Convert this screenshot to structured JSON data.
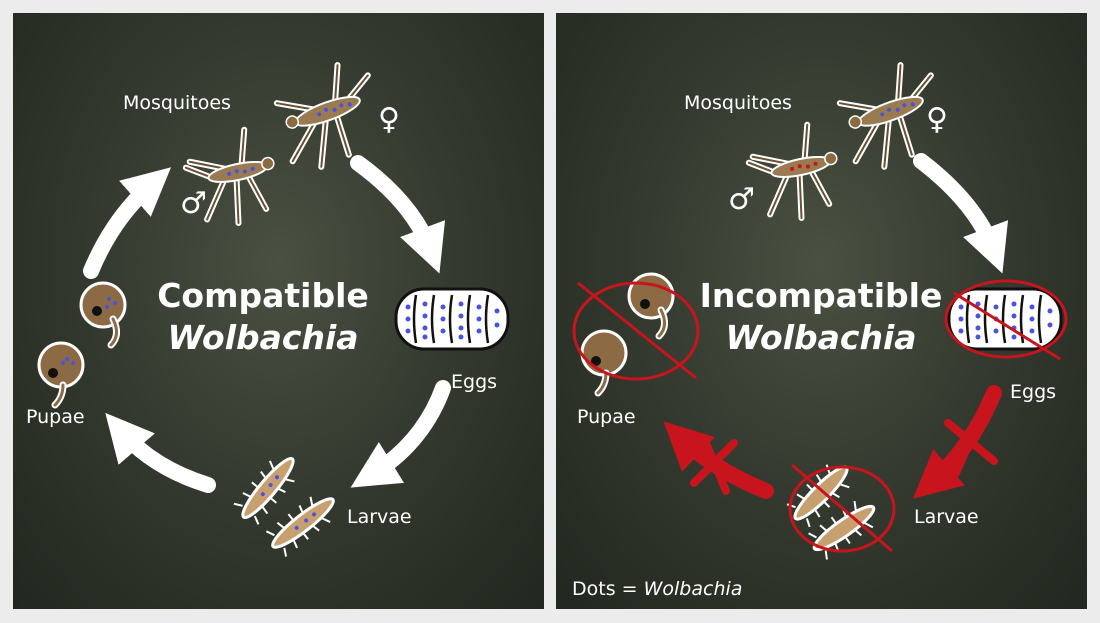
{
  "panels": [
    {
      "title_line1": "Compatible",
      "title_line2": "Wolbachia",
      "labels": {
        "mosquitoes": "Mosquitoes",
        "eggs": "Eggs",
        "larvae": "Larvae",
        "pupae": "Pupae"
      },
      "symbols": {
        "female": "♀",
        "male": "♂"
      }
    },
    {
      "title_line1": "Incompatible",
      "title_line2": "Wolbachia",
      "labels": {
        "mosquitoes": "Mosquitoes",
        "eggs": "Eggs",
        "larvae": "Larvae",
        "pupae": "Pupae"
      },
      "symbols": {
        "female": "♀",
        "male": "♂"
      },
      "legend": {
        "prefix": "Dots = ",
        "term": "Wolbachia"
      }
    }
  ],
  "colors": {
    "arrow_normal": "#ffffff",
    "arrow_blocked": "#c8141c",
    "wolbachia_dots": "#4a52e0",
    "pupa_brown": "#8b6a44",
    "mosquito_brown": "#9a7a50"
  }
}
